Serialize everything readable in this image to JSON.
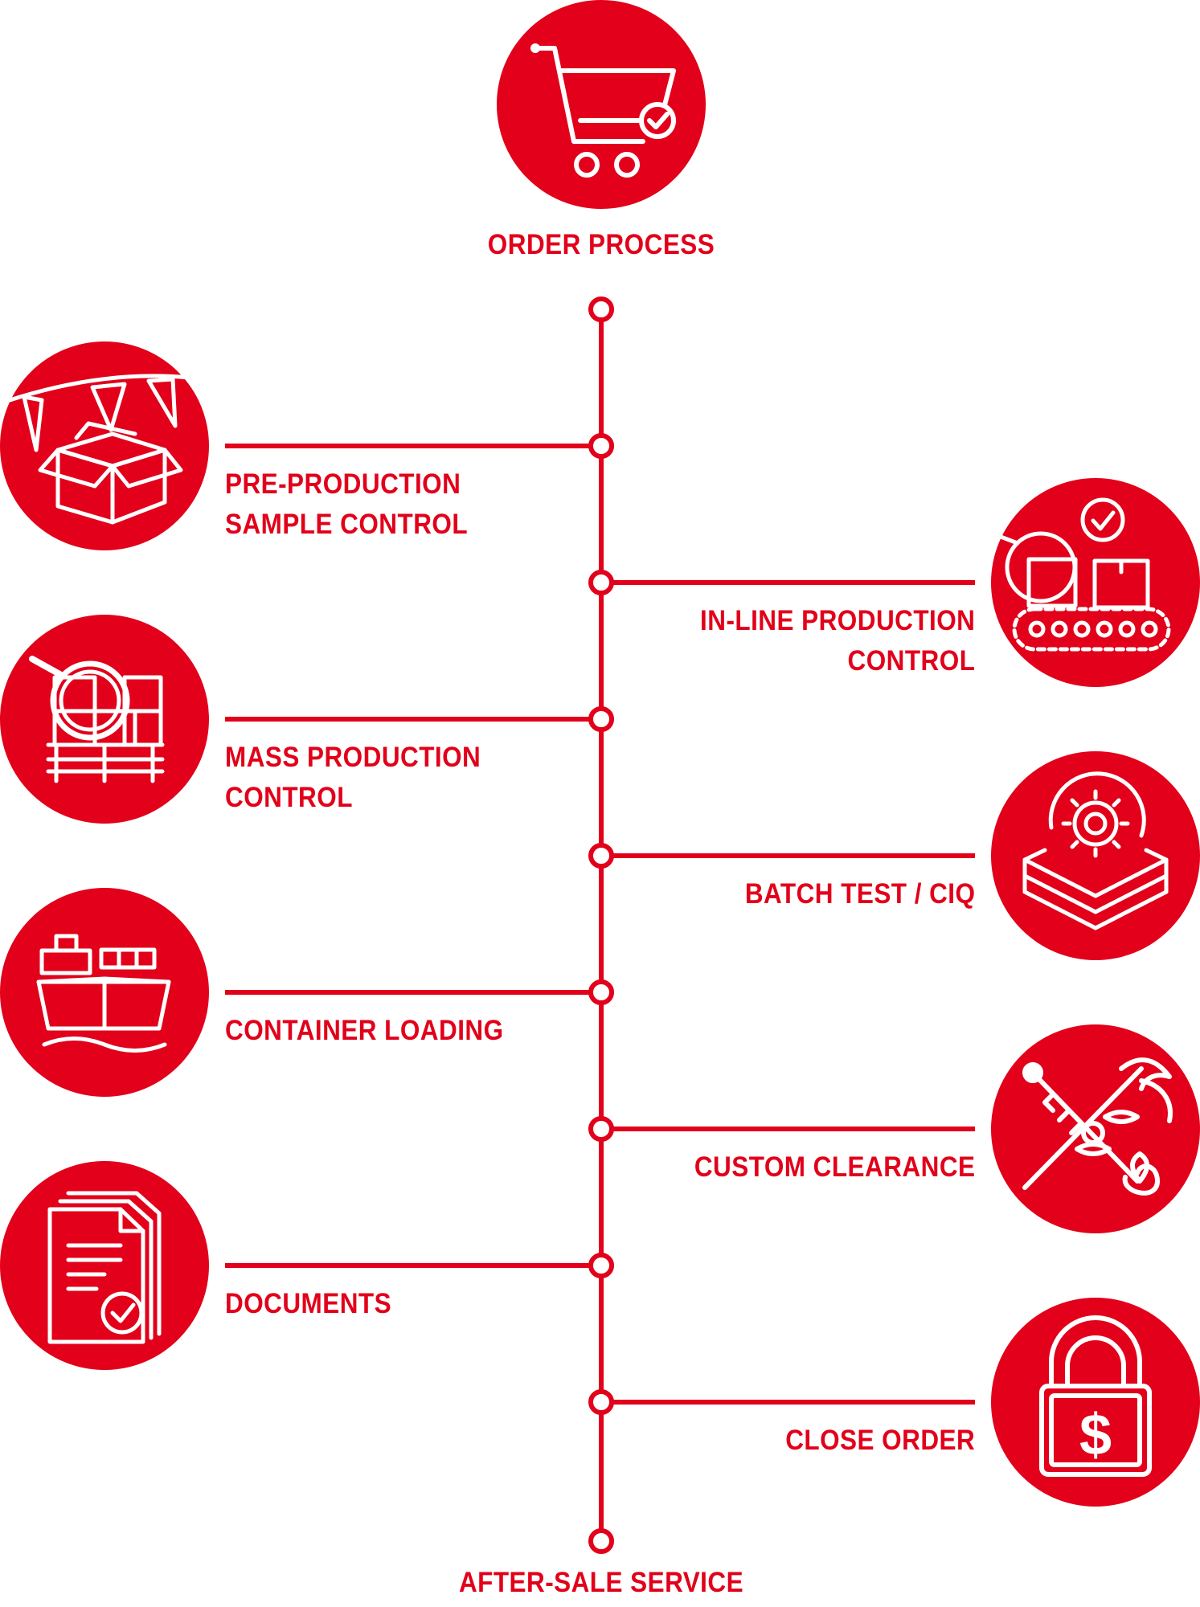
{
  "colors": {
    "accent": "#e2001a",
    "icon": "#ffffff"
  },
  "flow": {
    "start": {
      "label": "ORDER PROCESS",
      "icon": "shopping-cart-check-icon"
    },
    "end": {
      "label": "AFTER-SALE SERVICE"
    },
    "steps": [
      {
        "line1": "PRE-PRODUCTION",
        "line2": "SAMPLE CONTROL",
        "icon": "open-box-bunting-icon"
      },
      {
        "line1": "IN-LINE PRODUCTION",
        "line2": "CONTROL",
        "icon": "conveyor-inspection-icon"
      },
      {
        "line1": "MASS PRODUCTION",
        "line2": "CONTROL",
        "icon": "pallet-magnifier-icon"
      },
      {
        "line1": "BATCH TEST / CIQ",
        "line2": "",
        "icon": "gear-layers-icon"
      },
      {
        "line1": "CONTAINER LOADING",
        "line2": "",
        "icon": "cargo-ship-icon"
      },
      {
        "line1": "CUSTOM CLEARANCE",
        "line2": "",
        "icon": "key-caduceus-icon"
      },
      {
        "line1": "DOCUMENTS",
        "line2": "",
        "icon": "document-check-icon"
      },
      {
        "line1": "CLOSE ORDER",
        "line2": "",
        "icon": "dollar-padlock-icon"
      }
    ]
  }
}
